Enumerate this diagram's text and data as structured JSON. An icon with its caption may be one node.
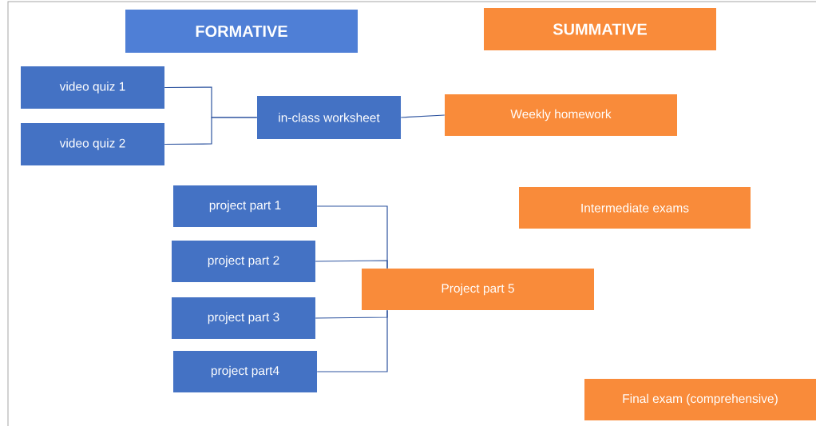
{
  "diagram": {
    "nodes": [
      {
        "text": [
          "FORMATIVE"
        ]
      },
      {
        "text": [
          "SUMMATIVE"
        ]
      },
      {
        "text": [
          "video quiz 1"
        ]
      },
      {
        "text": [
          "video quiz 2"
        ]
      },
      {
        "text": [
          "in-class worksheet"
        ]
      },
      {
        "text": [
          "Weekly homework"
        ]
      },
      {
        "text": [
          "project part 1"
        ]
      },
      {
        "text": [
          "project part 2"
        ]
      },
      {
        "text": [
          "project part 3"
        ]
      },
      {
        "text": [
          "project part4"
        ]
      },
      {
        "text": [
          "Intermediate exams"
        ]
      },
      {
        "text": [
          "Project part 5"
        ]
      },
      {
        "text": [
          "Final exam (comprehensive)"
        ]
      }
    ],
    "edges": [
      {
        "from": 2,
        "to": 4,
        "arrow": "none"
      },
      {
        "from": 3,
        "to": 4,
        "arrow": "none"
      },
      {
        "from": 4,
        "to": 5,
        "arrow": "none"
      },
      {
        "from": 6,
        "to": 11,
        "arrow": "none"
      },
      {
        "from": 7,
        "to": 11,
        "arrow": "none"
      },
      {
        "from": 8,
        "to": 11,
        "arrow": "none"
      },
      {
        "from": 9,
        "to": 11,
        "arrow": "none"
      }
    ]
  }
}
